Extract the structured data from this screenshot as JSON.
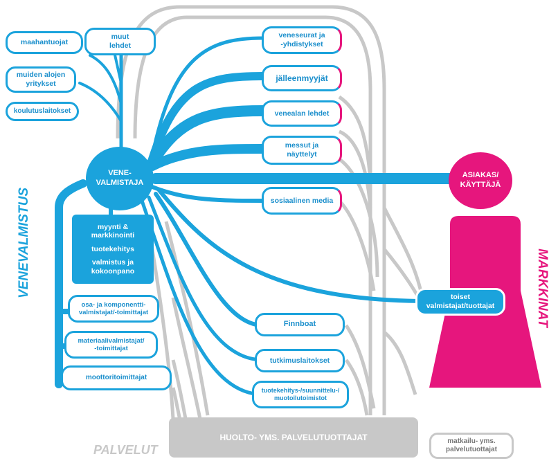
{
  "left_boxes": {
    "maahantuojat": "maahantuojat",
    "muut_lehdet": "muut\nlehdet",
    "muiden_alojen": "muiden alojen\nyritykset",
    "koulutuslaitokset": "koulutuslaitokset"
  },
  "vene_valmistaja": "VENE-\nVALMISTAJA",
  "asiakas": "ASIAKAS/\nKÄYTTÄJÄ",
  "right_boxes": {
    "veneseurat": "veneseurat ja\n-yhdistykset",
    "jalleenmyyjat": "jälleenmyyjät",
    "venealan_lehdet": "venealan lehdet",
    "messut": "messut ja\nnäyttelyt",
    "sosiaalinen": "sosiaalinen media"
  },
  "internal_functions": {
    "line1": "myynti &\nmarkkinointi",
    "line2": "tuotekehitys",
    "line3": "valmistus ja\nkokoonpano"
  },
  "suppliers": {
    "osa": "osa- ja komponentti-\nvalmistajat/-toimittajat",
    "materiaali": "materiaalivalmistajat/\n-toimittajat",
    "moottori": "moottoritoimittajat"
  },
  "support": {
    "finnboat": "Finnboat",
    "tutkimus": "tutkimuslaitokset",
    "tuotekehitys": "tuotekehitys-/suunnittelu-/\nmuotoilutoimistot"
  },
  "toiset": "toiset\nvalmistajat/tuottajat",
  "huolto": "HUOLTO- YMS. PALVELUTUOTTAJAT",
  "matkailu": "matkailu- yms.\npalvelutuottajat",
  "labels": {
    "venevalmistus": "VENEVALMISTUS",
    "markkinat": "MARKKINAT",
    "palvelut": "PALVELUT"
  },
  "colors": {
    "blue": "#1ba3dc",
    "pink": "#e6167d",
    "gray": "#c8c8c8"
  }
}
